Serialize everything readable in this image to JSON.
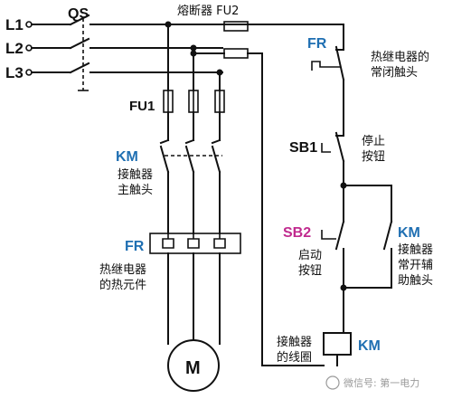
{
  "labels": {
    "l1": "L1",
    "l2": "L2",
    "l3": "L3",
    "qs": "QS",
    "fu2": "熔断器 FU2",
    "fu1": "FU1",
    "km_main": "KM",
    "km_main_desc1": "接触器",
    "km_main_desc2": "主触头",
    "fr_main": "FR",
    "fr_main_desc1": "热继电器",
    "fr_main_desc2": "的热元件",
    "motor": "M",
    "fr_ctrl": "FR",
    "fr_ctrl_desc1": "热继电器的",
    "fr_ctrl_desc2": "常闭触头",
    "sb1": "SB1",
    "sb1_desc1": "停止",
    "sb1_desc2": "按钮",
    "sb2": "SB2",
    "sb2_desc1": "启动",
    "sb2_desc2": "按钮",
    "km_aux": "KM",
    "km_aux_desc1": "接触器",
    "km_aux_desc2": "常开辅",
    "km_aux_desc3": "助触头",
    "coil_desc1": "接触器",
    "coil_desc2": "的线圈",
    "coil_km": "KM",
    "watermark": "微信号: 第一电力"
  },
  "colors": {
    "line": "#111111",
    "blue": "#1f6fb2",
    "pink": "#c02a8e",
    "watermark": "#9a9a9a"
  }
}
